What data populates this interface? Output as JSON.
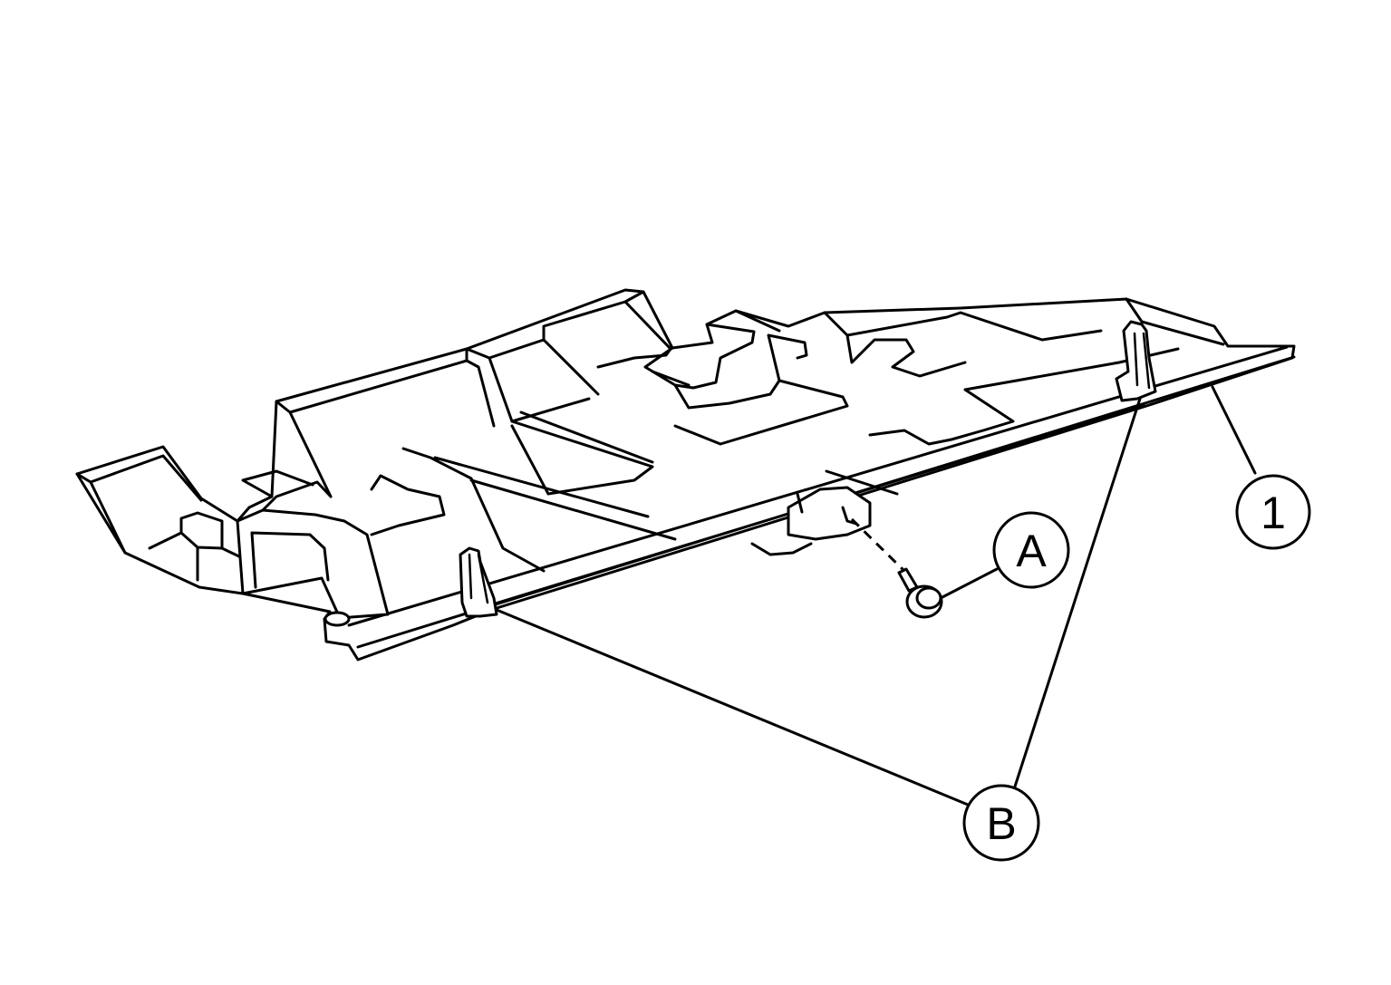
{
  "callouts": {
    "part_1": "1",
    "part_a": "A",
    "part_b": "B"
  }
}
